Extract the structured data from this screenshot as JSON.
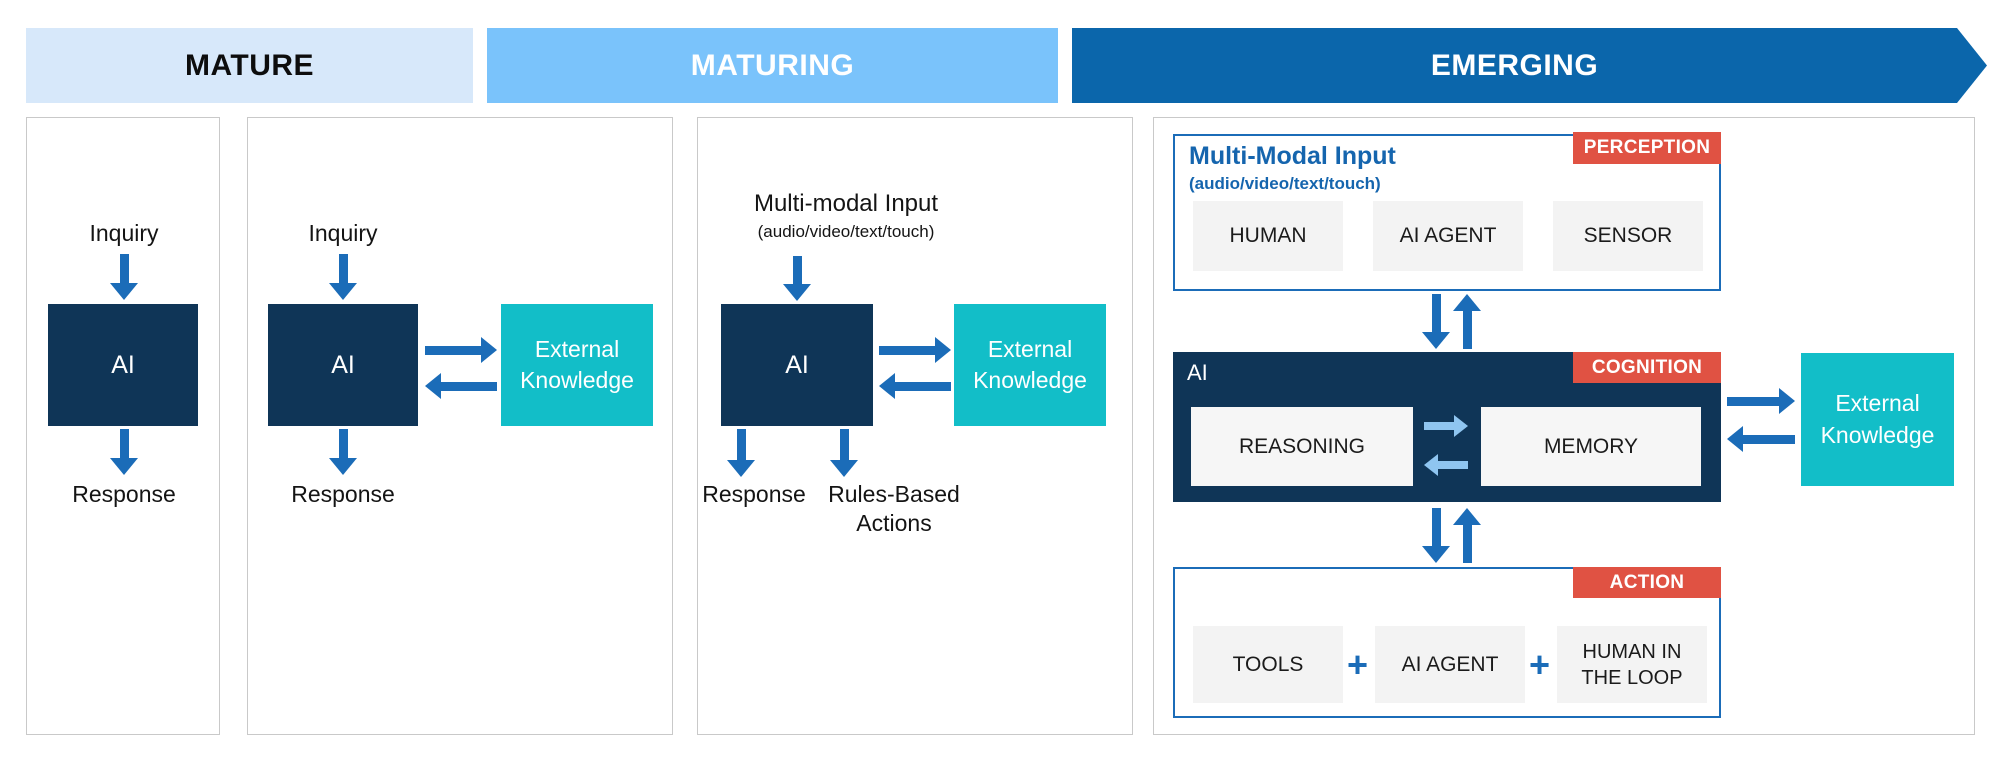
{
  "bands": [
    {
      "label": "MATURE"
    },
    {
      "label": "MATURING"
    },
    {
      "label": "EMERGING"
    }
  ],
  "panel_mature": {
    "inquiry": "Inquiry",
    "ai": "AI",
    "response": "Response"
  },
  "panel_maturing": {
    "inquiry": "Inquiry",
    "ai": "AI",
    "external_knowledge": "External Knowledge",
    "response": "Response"
  },
  "panel_transition": {
    "input_title": "Multi-modal Input",
    "input_subtitle": "(audio/video/text/touch)",
    "ai": "AI",
    "external_knowledge": "External Knowledge",
    "response": "Response",
    "rules_based": "Rules-Based Actions"
  },
  "panel_emerging": {
    "perception": {
      "tag": "PERCEPTION",
      "title": "Multi-Modal Input",
      "subtitle": "(audio/video/text/touch)",
      "sources": [
        "HUMAN",
        "AI AGENT",
        "SENSOR"
      ]
    },
    "cognition": {
      "tag": "COGNITION",
      "label": "AI",
      "reasoning": "REASONING",
      "memory": "MEMORY"
    },
    "action": {
      "tag": "ACTION",
      "tools": "TOOLS",
      "agent": "AI AGENT",
      "human": "HUMAN IN THE LOOP",
      "plus": "+"
    },
    "external_knowledge": "External Knowledge"
  },
  "colors": {
    "band_mature": "#D7E8FA",
    "band_maturing": "#7AC3FB",
    "band_emerging": "#0B66AB",
    "ai_navy": "#0F3557",
    "external_knowledge_teal": "#12BEC8",
    "arrow_blue": "#1B6CB8",
    "arrow_light_blue": "#8FC5F0",
    "stage_tag_red": "#E05243",
    "panel_border_gray": "#C9C9C9",
    "item_gray": "#F3F3F3",
    "blue_text": "#1565AE"
  }
}
